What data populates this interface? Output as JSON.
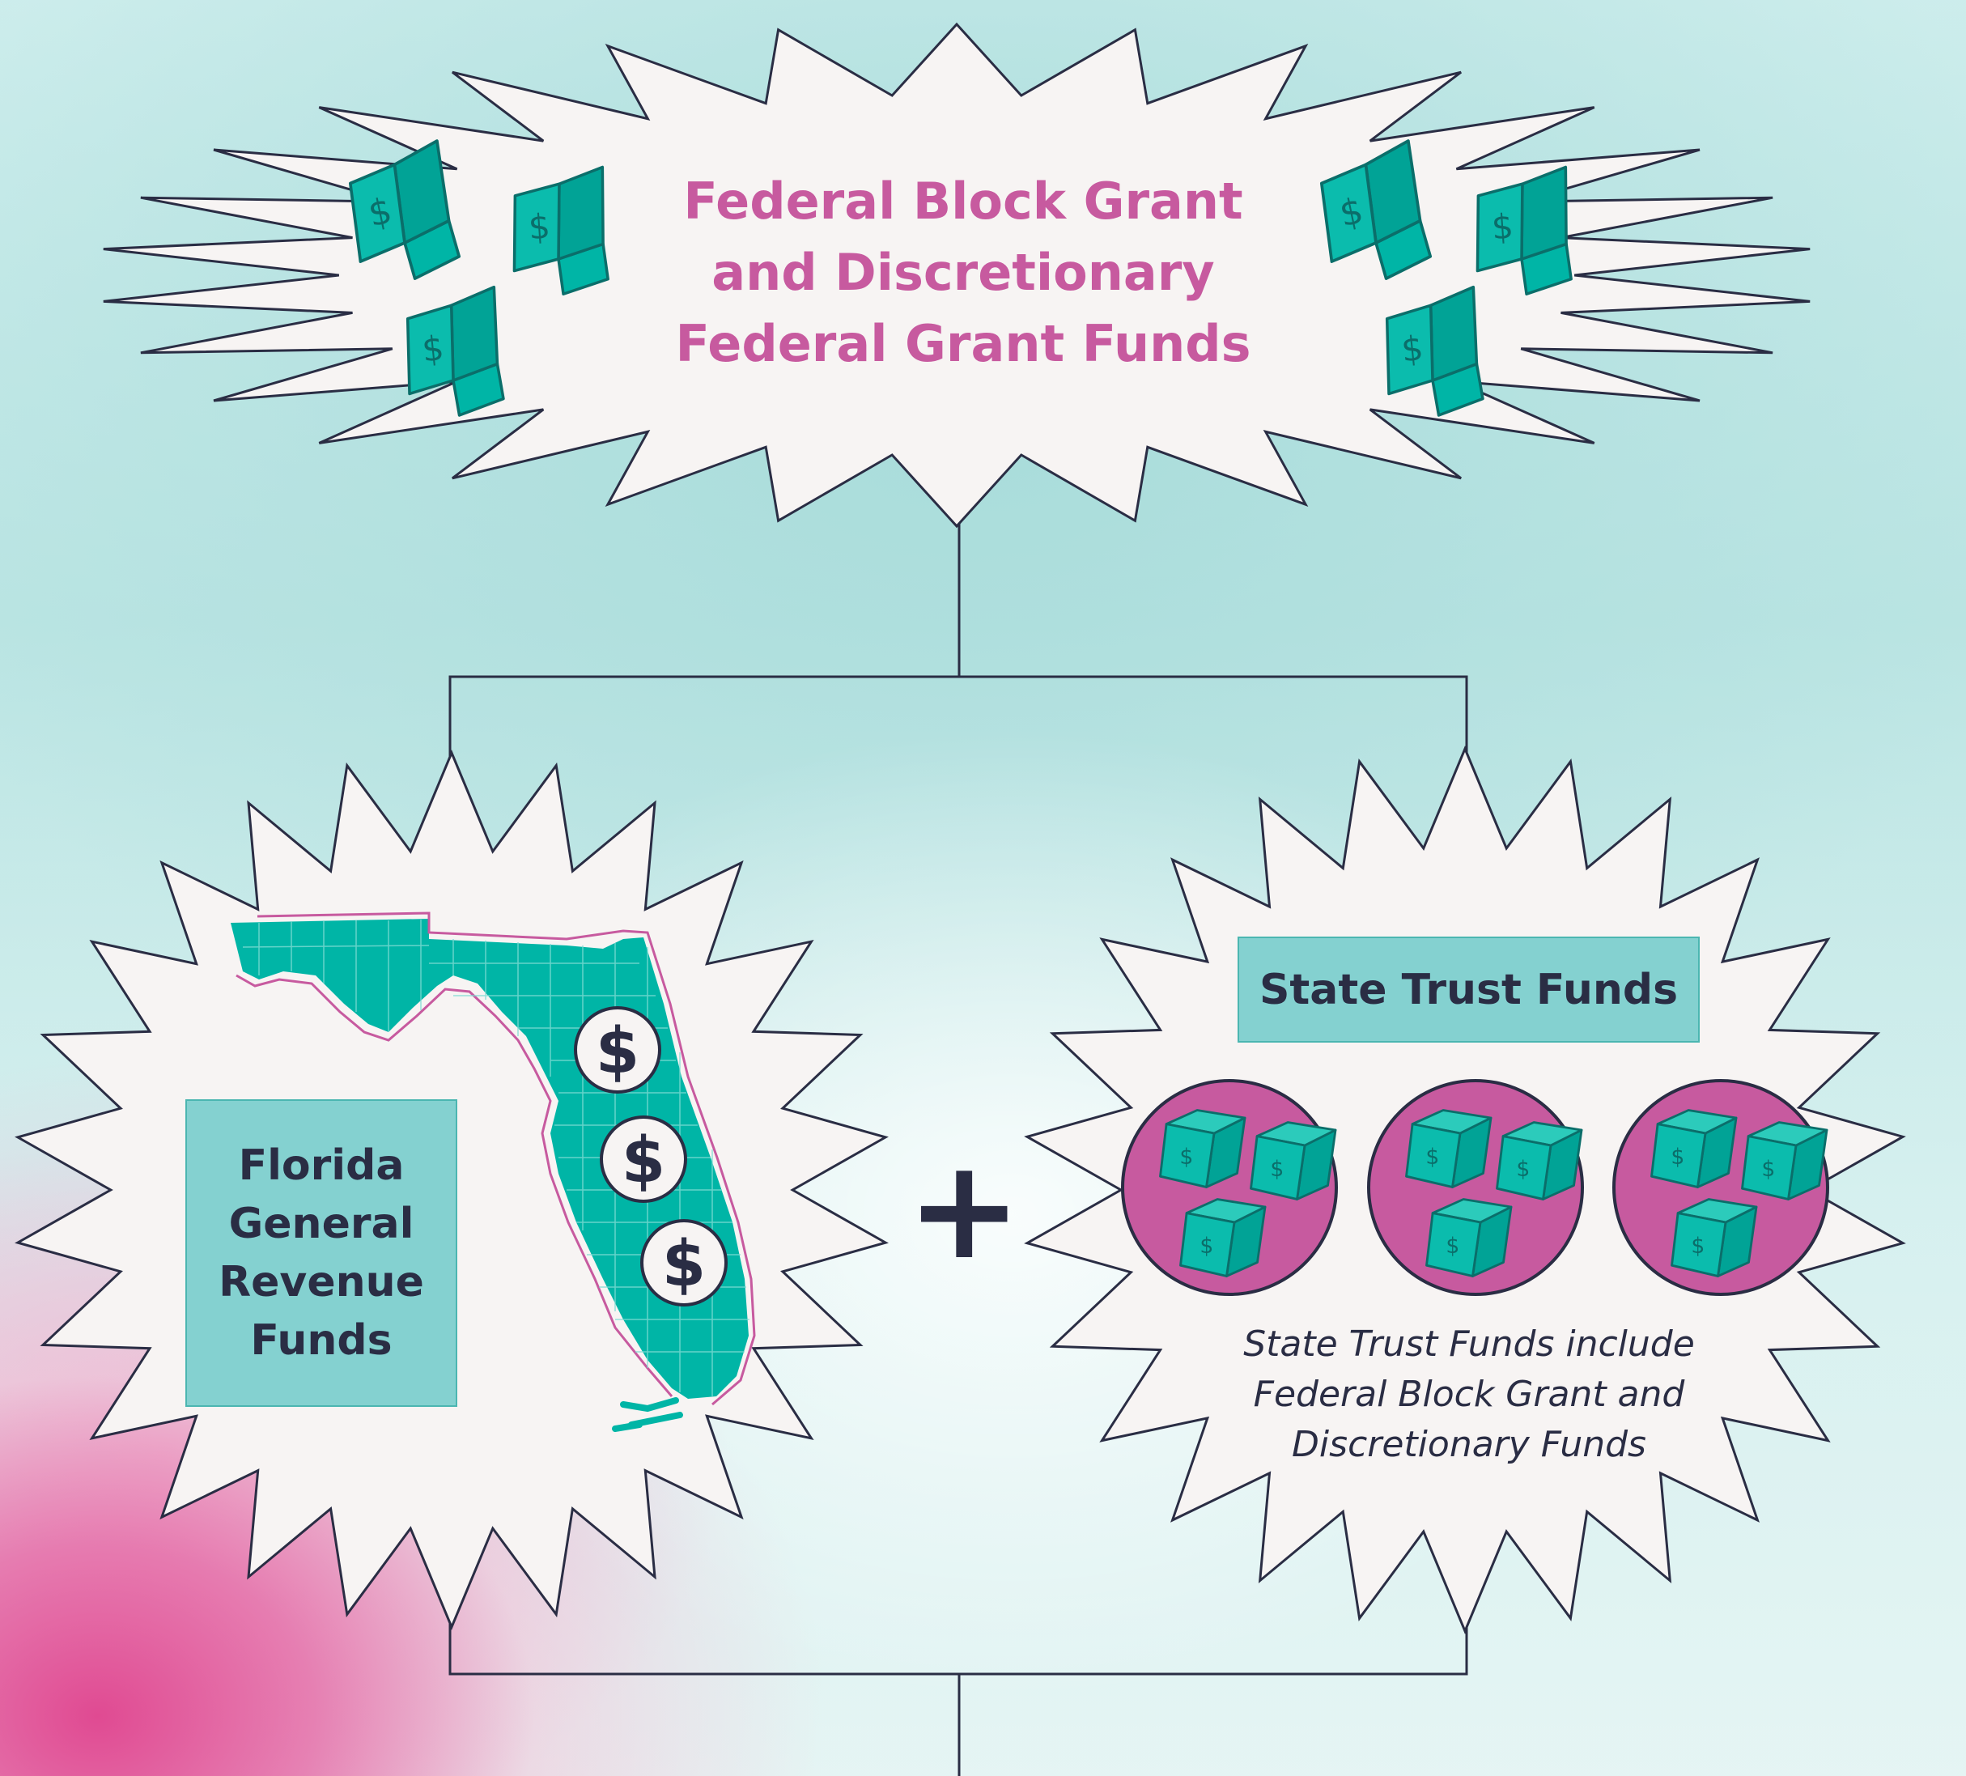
{
  "top_burst": {
    "title_lines": [
      "Federal Block Grant",
      "and Discretionary",
      "Federal Grant Funds"
    ],
    "icon": "money-cube-icon"
  },
  "left_burst": {
    "label": "Florida General Revenue Funds",
    "label_lines": [
      "Florida",
      "General",
      "Revenue",
      "Funds"
    ],
    "icons": [
      "florida-map-icon",
      "dollar-coin-icon"
    ]
  },
  "operator": "+",
  "right_burst": {
    "label": "State Trust Funds",
    "note_lines": [
      "State Trust Funds include",
      "Federal Block Grant and",
      "Discretionary Funds"
    ],
    "icons": [
      "money-cube-cluster-icon"
    ]
  },
  "dollar_symbol": "$",
  "colors": {
    "teal": "#00b5a6",
    "teal_dark": "#0b8b82",
    "magenta": "#c75a9f",
    "navy": "#2a2d44",
    "burst_fill": "#f7f4f3",
    "label_box": "#84d1d0"
  }
}
